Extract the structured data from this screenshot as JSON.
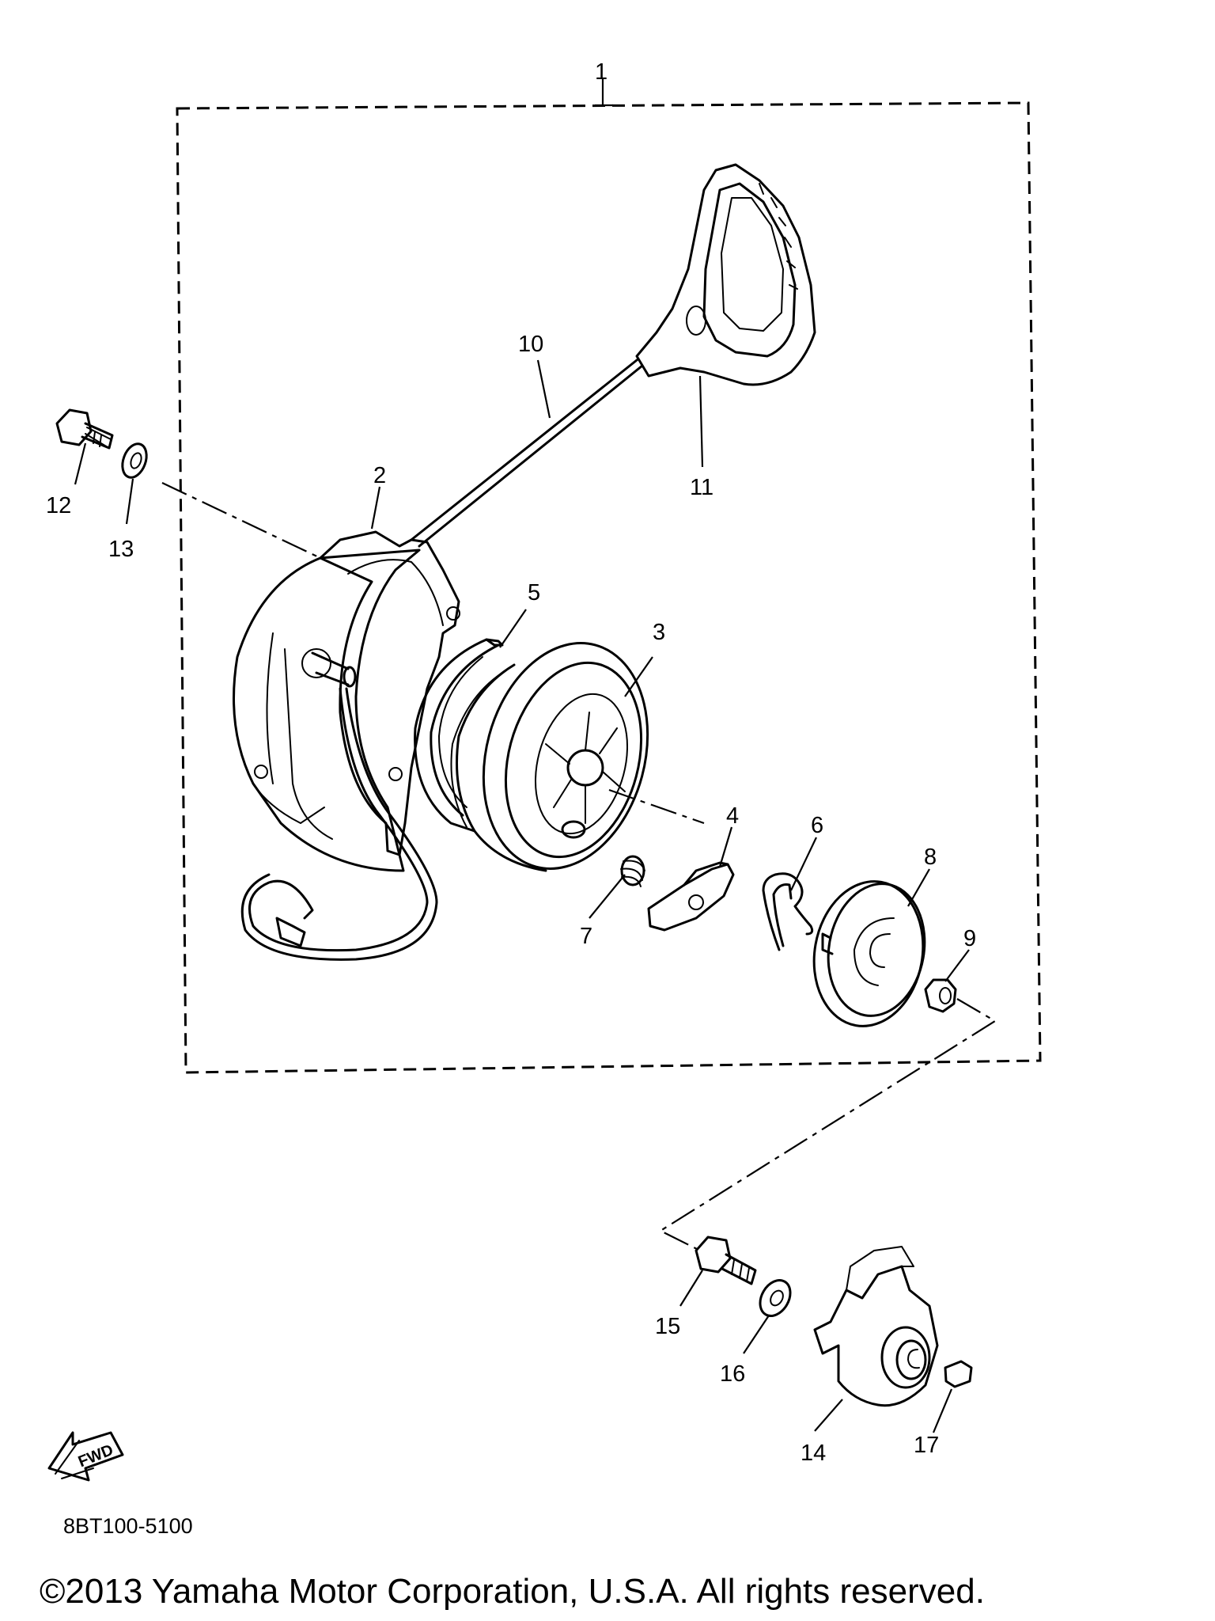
{
  "diagram": {
    "part_code": "8BT100-5100",
    "copyright": "©2013 Yamaha Motor Corporation, U.S.A. All rights reserved.",
    "fwd_label": "FWD",
    "callouts": [
      "1",
      "2",
      "3",
      "4",
      "5",
      "6",
      "7",
      "8",
      "9",
      "10",
      "11",
      "12",
      "13",
      "14",
      "15",
      "16",
      "17"
    ]
  }
}
